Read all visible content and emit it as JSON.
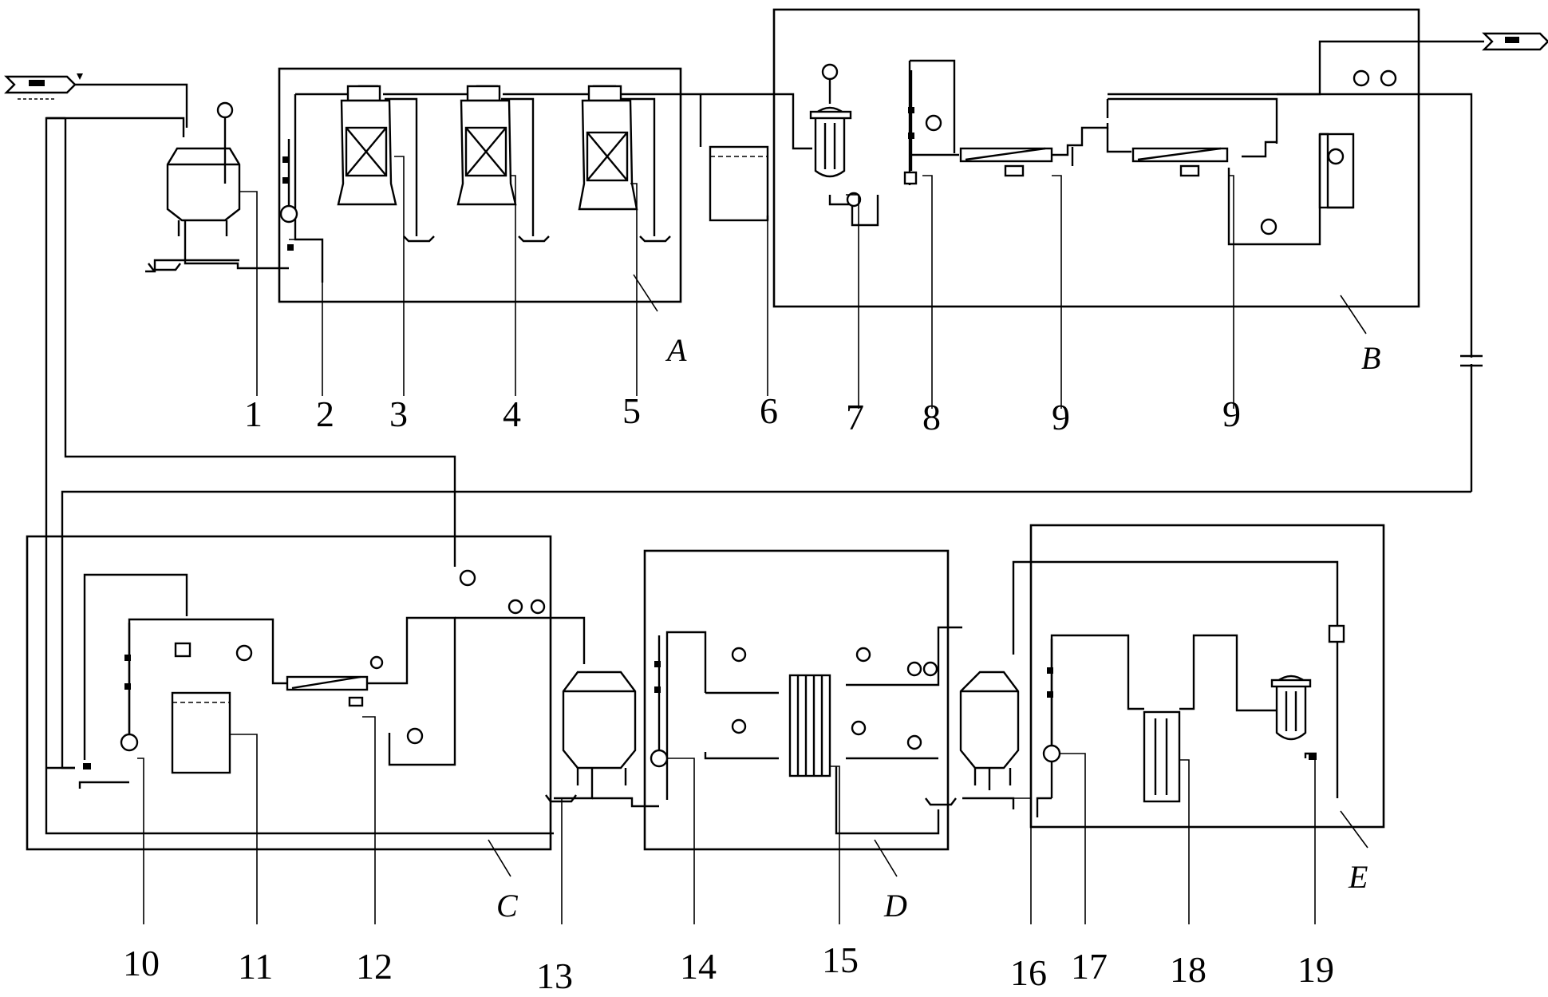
{
  "sections": [
    "A",
    "B",
    "C",
    "D",
    "E"
  ],
  "components": [
    "1",
    "2",
    "3",
    "4",
    "5",
    "6",
    "7",
    "8",
    "9",
    "9",
    "10",
    "11",
    "12",
    "13",
    "14",
    "15",
    "16",
    "17",
    "18",
    "19"
  ]
}
